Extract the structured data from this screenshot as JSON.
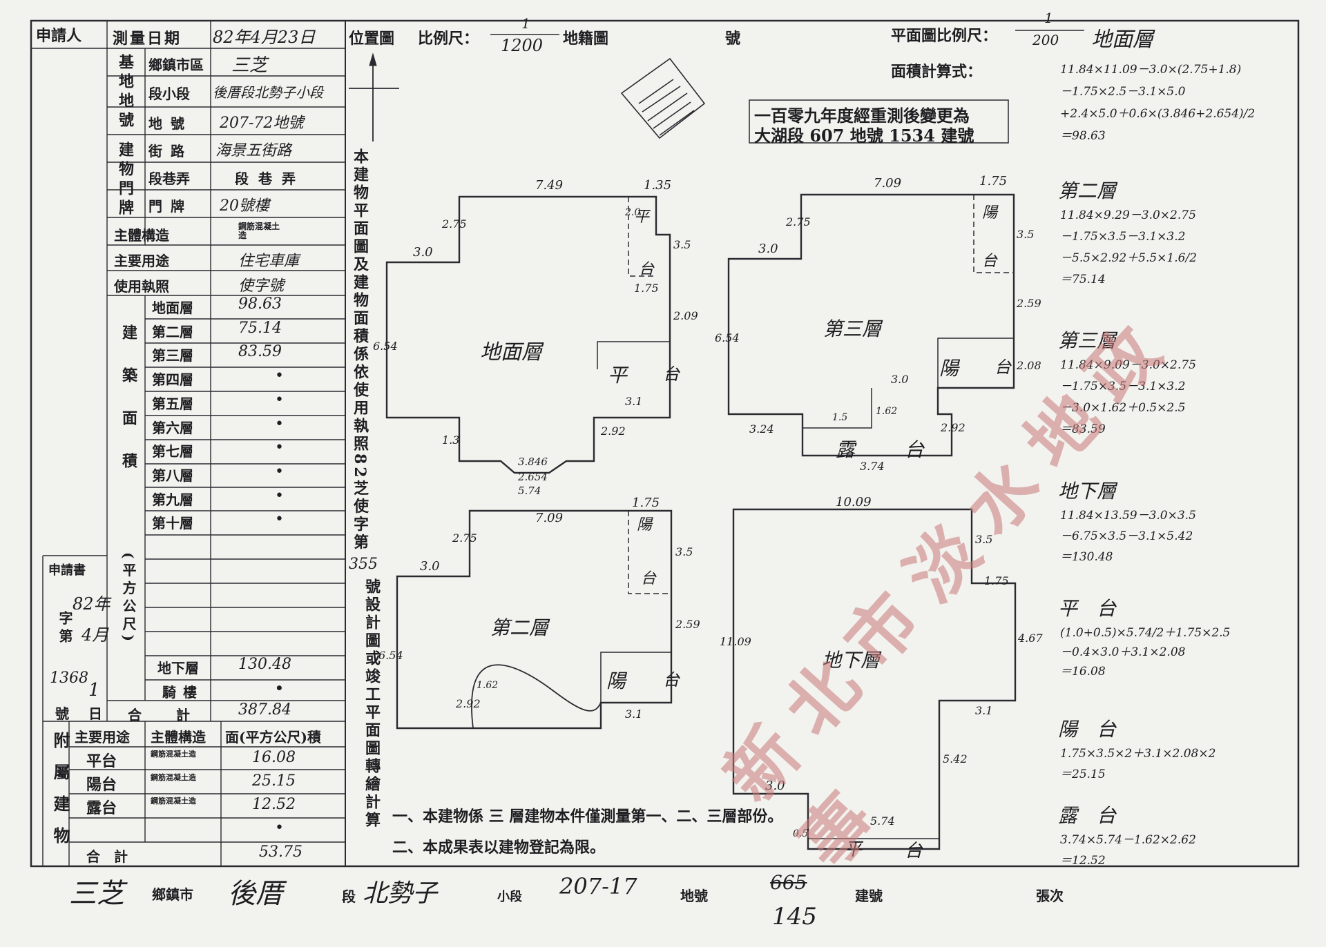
{
  "header": {
    "applicant_label": "申請人",
    "agent_label": "",
    "survey_date_label": "測量日期",
    "survey_date_value": "82年4月23日",
    "location_label": "位置圖",
    "scale_label": "比例尺：",
    "location_scale_num": "1",
    "location_scale_den": "1200",
    "cadastral_label": "地籍圖",
    "number_label": "號",
    "plan_scale_label": "平面圖比例尺：",
    "plan_scale_num": "1",
    "plan_scale_den": "200",
    "plan_scale_floor": "地面層",
    "area_formula_label": "面積計算式："
  },
  "left_table": {
    "base_lot_label": "基地地號",
    "township_label": "鄉鎮市區",
    "township_value": "三芝",
    "section_label": "段小段",
    "section_value": "後厝段北勢子小段",
    "lot_label": "地號",
    "lot_value": "207-72地號",
    "door_label": "建物門牌",
    "street_label": "街路",
    "street_value": "海景五街路",
    "lane_label": "段巷弄",
    "lane_value": "段巷弄",
    "door_no_label": "門牌",
    "door_no_value": "20號樓",
    "structure_label": "主體構造",
    "structure_value": "鋼筋混凝土造",
    "use_label": "主要用途",
    "use_value": "住宅車庫",
    "license_label": "使用執照",
    "license_value": "使字號",
    "floor_area_label": "建築面積",
    "unit_label": "(平方公尺)",
    "floors": [
      {
        "name": "地面層",
        "value": "98.63"
      },
      {
        "name": "第二層",
        "value": "75.14"
      },
      {
        "name": "第三層",
        "value": "83.59"
      },
      {
        "name": "第四層",
        "value": "•"
      },
      {
        "name": "第五層",
        "value": "•"
      },
      {
        "name": "第六層",
        "value": "•"
      },
      {
        "name": "第七層",
        "value": "•"
      },
      {
        "name": "第八層",
        "value": "•"
      },
      {
        "name": "第九層",
        "value": "•"
      },
      {
        "name": "第十層",
        "value": "•"
      }
    ],
    "basement_label": "地下層",
    "basement_value": "130.48",
    "arcade_label": "騎樓",
    "arcade_value": "•",
    "total_label": "合計",
    "total_value": "387.84",
    "application_label": "申請書",
    "application_year": "82年",
    "application_month": "4月",
    "application_day": "1",
    "application_no": "1368",
    "application_no_label": "字第",
    "application_day_label": "號日",
    "annex_label": "附屬建物",
    "annex_col_use": "主要用途",
    "annex_col_structure": "主體構造",
    "annex_col_area": "面(平方公尺)積",
    "annex_rows": [
      {
        "use": "平台",
        "structure": "鋼筋混凝土造",
        "area": "16.08"
      },
      {
        "use": "陽台",
        "structure": "鋼筋混凝土造",
        "area": "25.15"
      },
      {
        "use": "露台",
        "structure": "鋼筋混凝土造",
        "area": "12.52"
      },
      {
        "use": "",
        "structure": "",
        "area": "•"
      }
    ],
    "annex_total_label": "合計",
    "annex_total_value": "53.75"
  },
  "center_note": {
    "vertical_text": "本建物平面圖及建物面積係依使用執照82芝使字第",
    "permit_no": "355",
    "vertical_text_2": "號設計圖或竣工平面圖轉繪計算"
  },
  "boxed_note": {
    "line1": "一百零九年度經重測後變更為",
    "line2": "大湖段 607 地號 1534 建號"
  },
  "plans": {
    "ground": {
      "title": "地面層",
      "platform": "平",
      "platform2": "台",
      "dims": [
        "7.49",
        "1.35",
        "2.75",
        "3.0",
        "6.54",
        "3.5",
        "1.75",
        "2.09",
        "2.92",
        "3.1",
        "1.3",
        "3.846",
        "2.654",
        "5.74",
        "2.0"
      ]
    },
    "third": {
      "title": "第三層",
      "balcony": "陽",
      "balcony2": "台",
      "balcony_r": "陽",
      "balcony_r2": "台",
      "terrace": "露",
      "terrace2": "台",
      "dims": [
        "7.09",
        "1.75",
        "2.75",
        "3.5",
        "3.0",
        "6.54",
        "2.59",
        "2.08",
        "3.0",
        "1.62",
        "1.5",
        "3.24",
        "2.92",
        "3.74"
      ]
    },
    "second": {
      "title": "第二層",
      "balcony": "陽",
      "balcony2": "台",
      "balcony_l": "陽",
      "balcony_l2": "台",
      "dims": [
        "1.75",
        "7.09",
        "2.75",
        "3.5",
        "3.0",
        "6.54",
        "2.59",
        "1.62",
        "2.92",
        "3.1"
      ]
    },
    "basement": {
      "title": "地下層",
      "platform": "平",
      "platform2": "台",
      "dims": [
        "10.09",
        "3.5",
        "1.75",
        "4.67",
        "11.09",
        "3.1",
        "5.42",
        "3.0",
        "5.74",
        "0.5"
      ]
    }
  },
  "formulas": {
    "ground": [
      "11.84×11.09－3.0×(2.75+1.8)",
      "－1.75×2.5－3.1×5.0",
      "+2.4×5.0＋0.6×(3.846+2.654)/2",
      "＝98.63"
    ],
    "second_title": "第二層",
    "second": [
      "11.84×9.29－3.0×2.75",
      "－1.75×3.5－3.1×3.2",
      "－5.5×2.92＋5.5×1.6/2",
      "＝75.14"
    ],
    "third_title": "第三層",
    "third": [
      "11.84×9.09－3.0×2.75",
      "－1.75×3.5－3.1×3.2",
      "－3.0×1.62＋0.5×2.5",
      "＝83.59"
    ],
    "basement_title": "地下層",
    "basement": [
      "11.84×13.59－3.0×3.5",
      "－6.75×3.5－3.1×5.42",
      "＝130.48"
    ],
    "platform_title": "平　台",
    "platform": [
      "(1.0+0.5)×5.74/2＋1.75×2.5",
      "－0.4×3.0＋3.1×2.08",
      "＝16.08"
    ],
    "balcony_title": "陽　台",
    "balcony": [
      "1.75×3.5×2＋3.1×2.08×2",
      "＝25.15"
    ],
    "terrace_title": "露　台",
    "terrace": [
      "3.74×5.74－1.62×2.62",
      "＝12.52"
    ]
  },
  "notes": {
    "note1": "一、本建物係 三 層建物本件僅測量第一、二、三層部份。",
    "note2": "二、本成果表以建物登記為限。"
  },
  "footer": {
    "township": "三芝",
    "township_label": "鄉鎮市",
    "section": "後厝",
    "section_label": "段",
    "subsection": "北勢子",
    "subsection_label": "小段",
    "lot": "207-17",
    "lot_label": "地號",
    "building_no_old": "665",
    "building_no": "145",
    "building_no_label": "建號",
    "sheet_label": "張次"
  },
  "stamp_text": "新北市淡水地政事"
}
